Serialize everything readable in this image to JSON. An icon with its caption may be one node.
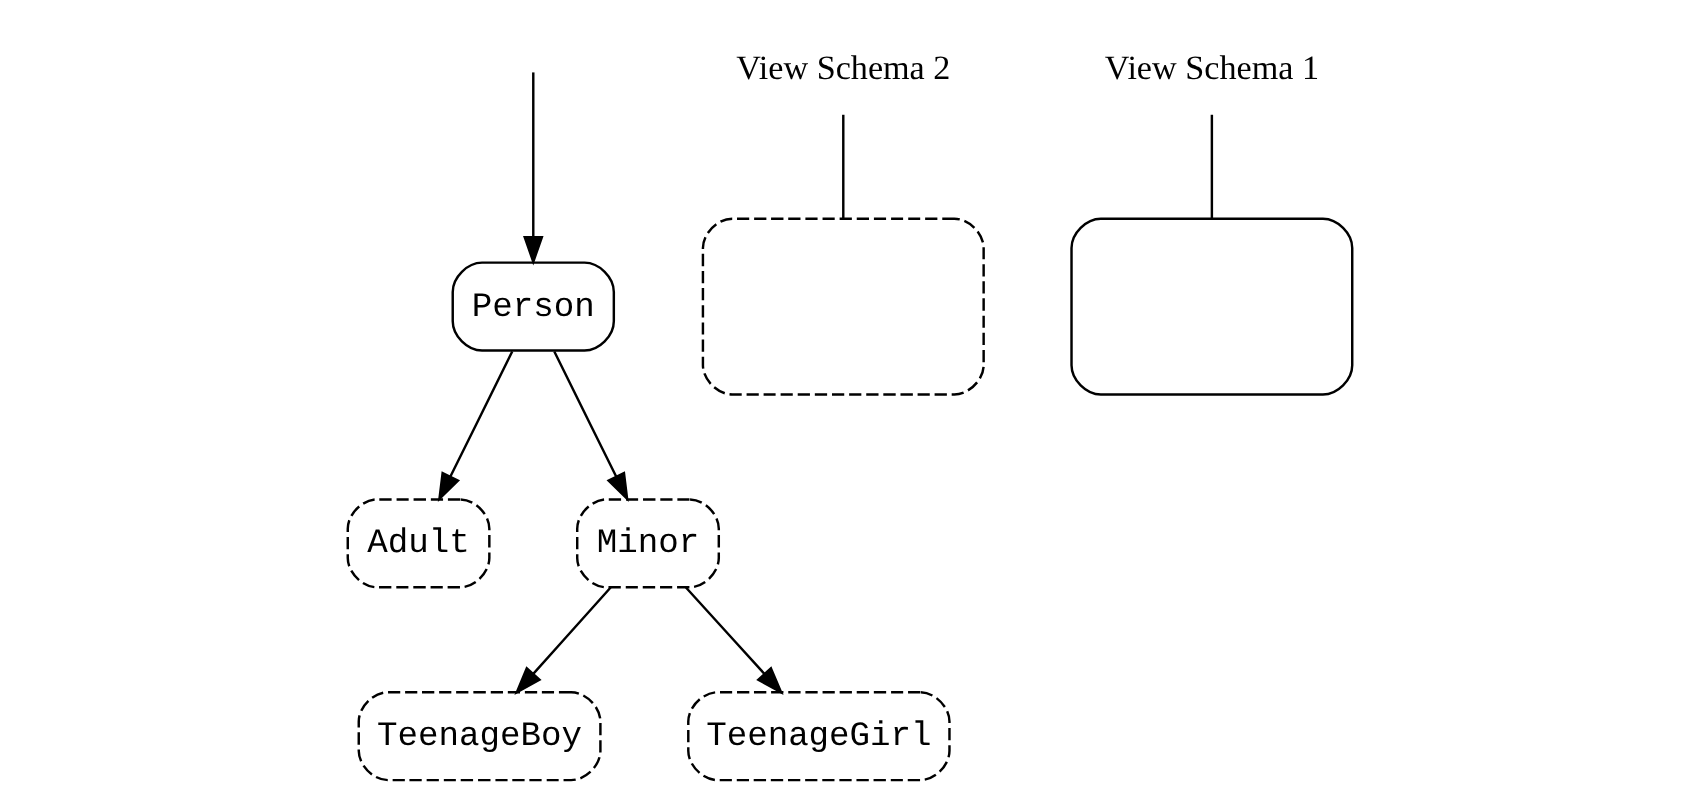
{
  "diagram": {
    "nodes": [
      {
        "text": [
          "Person"
        ]
      },
      {
        "text": [
          "Adult"
        ]
      },
      {
        "text": [
          "Minor"
        ]
      },
      {
        "text": [
          "TeenageBoy"
        ]
      },
      {
        "text": [
          "TeenageGirl"
        ]
      },
      {
        "text": [
          "View Schema 2"
        ]
      },
      {
        "text": [
          "View Schema 1"
        ]
      },
      {
        "text": [],
        "shape": "box"
      },
      {
        "text": [],
        "shape": "box"
      }
    ],
    "edges": [
      {
        "from": null,
        "to": 0,
        "arrow": "to"
      },
      {
        "from": 0,
        "to": 1,
        "arrow": "to"
      },
      {
        "from": 0,
        "to": 2,
        "arrow": "to"
      },
      {
        "from": 2,
        "to": 3,
        "arrow": "to"
      },
      {
        "from": 2,
        "to": 4,
        "arrow": "to"
      },
      {
        "from": 5,
        "to": 7,
        "arrow": "none"
      },
      {
        "from": 6,
        "to": 8,
        "arrow": "none"
      }
    ]
  }
}
